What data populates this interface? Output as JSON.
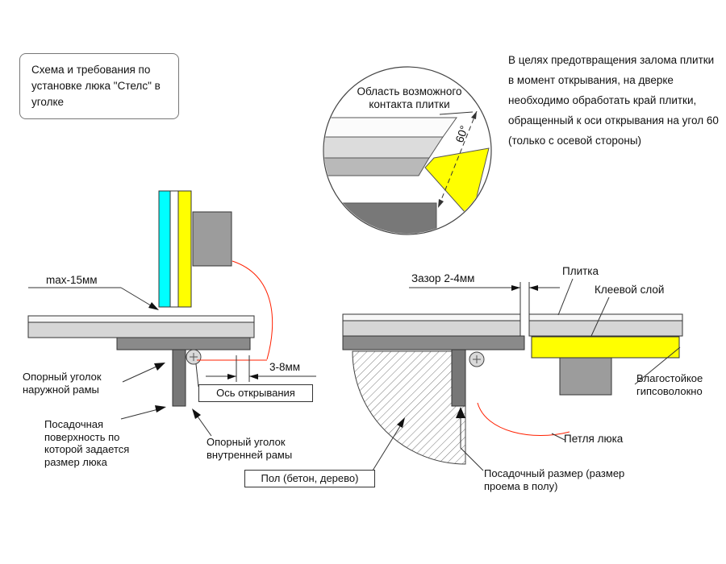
{
  "title_box": {
    "text": "Схема и требования по установке люка \"Стелс\" в уголке"
  },
  "note": {
    "text": "В целях предотвращения залома плитки в момент открывания, на дверке необходимо обработать край плитки, обращенный к оси открывания на угол 60 (только с осевой стороны)"
  },
  "detail": {
    "label": "Область возможного контакта плитки",
    "angle": "60°"
  },
  "left_diagram": {
    "max_overhang": "max-15мм",
    "gap": "3-8мм",
    "axis": "Ось открывания",
    "outer_corner": "Опорный уголок наружной рамы",
    "seating_surface": "Посадочная поверхность по которой задается размер люка",
    "inner_corner": "Опорный уголок внутренней рамы"
  },
  "right_diagram": {
    "gap": "Зазор 2-4мм",
    "tile": "Плитка",
    "adhesive": "Клеевой слой",
    "gypsum": "Влагостойкое гипсоволокно",
    "hinge": "Петля люка",
    "floor": "Пол (бетон, дерево)",
    "seating_size": "Посадочный размер (размер проема в полу)"
  },
  "colors": {
    "tile_cyan": "#00ffff",
    "gypsum_yellow": "#ffff00",
    "slab_gray": "#d6d6d6",
    "frame_gray": "#8a8a8a",
    "dark_gray": "#777777",
    "swing_red": "#ff2000",
    "line_black": "#333333"
  }
}
